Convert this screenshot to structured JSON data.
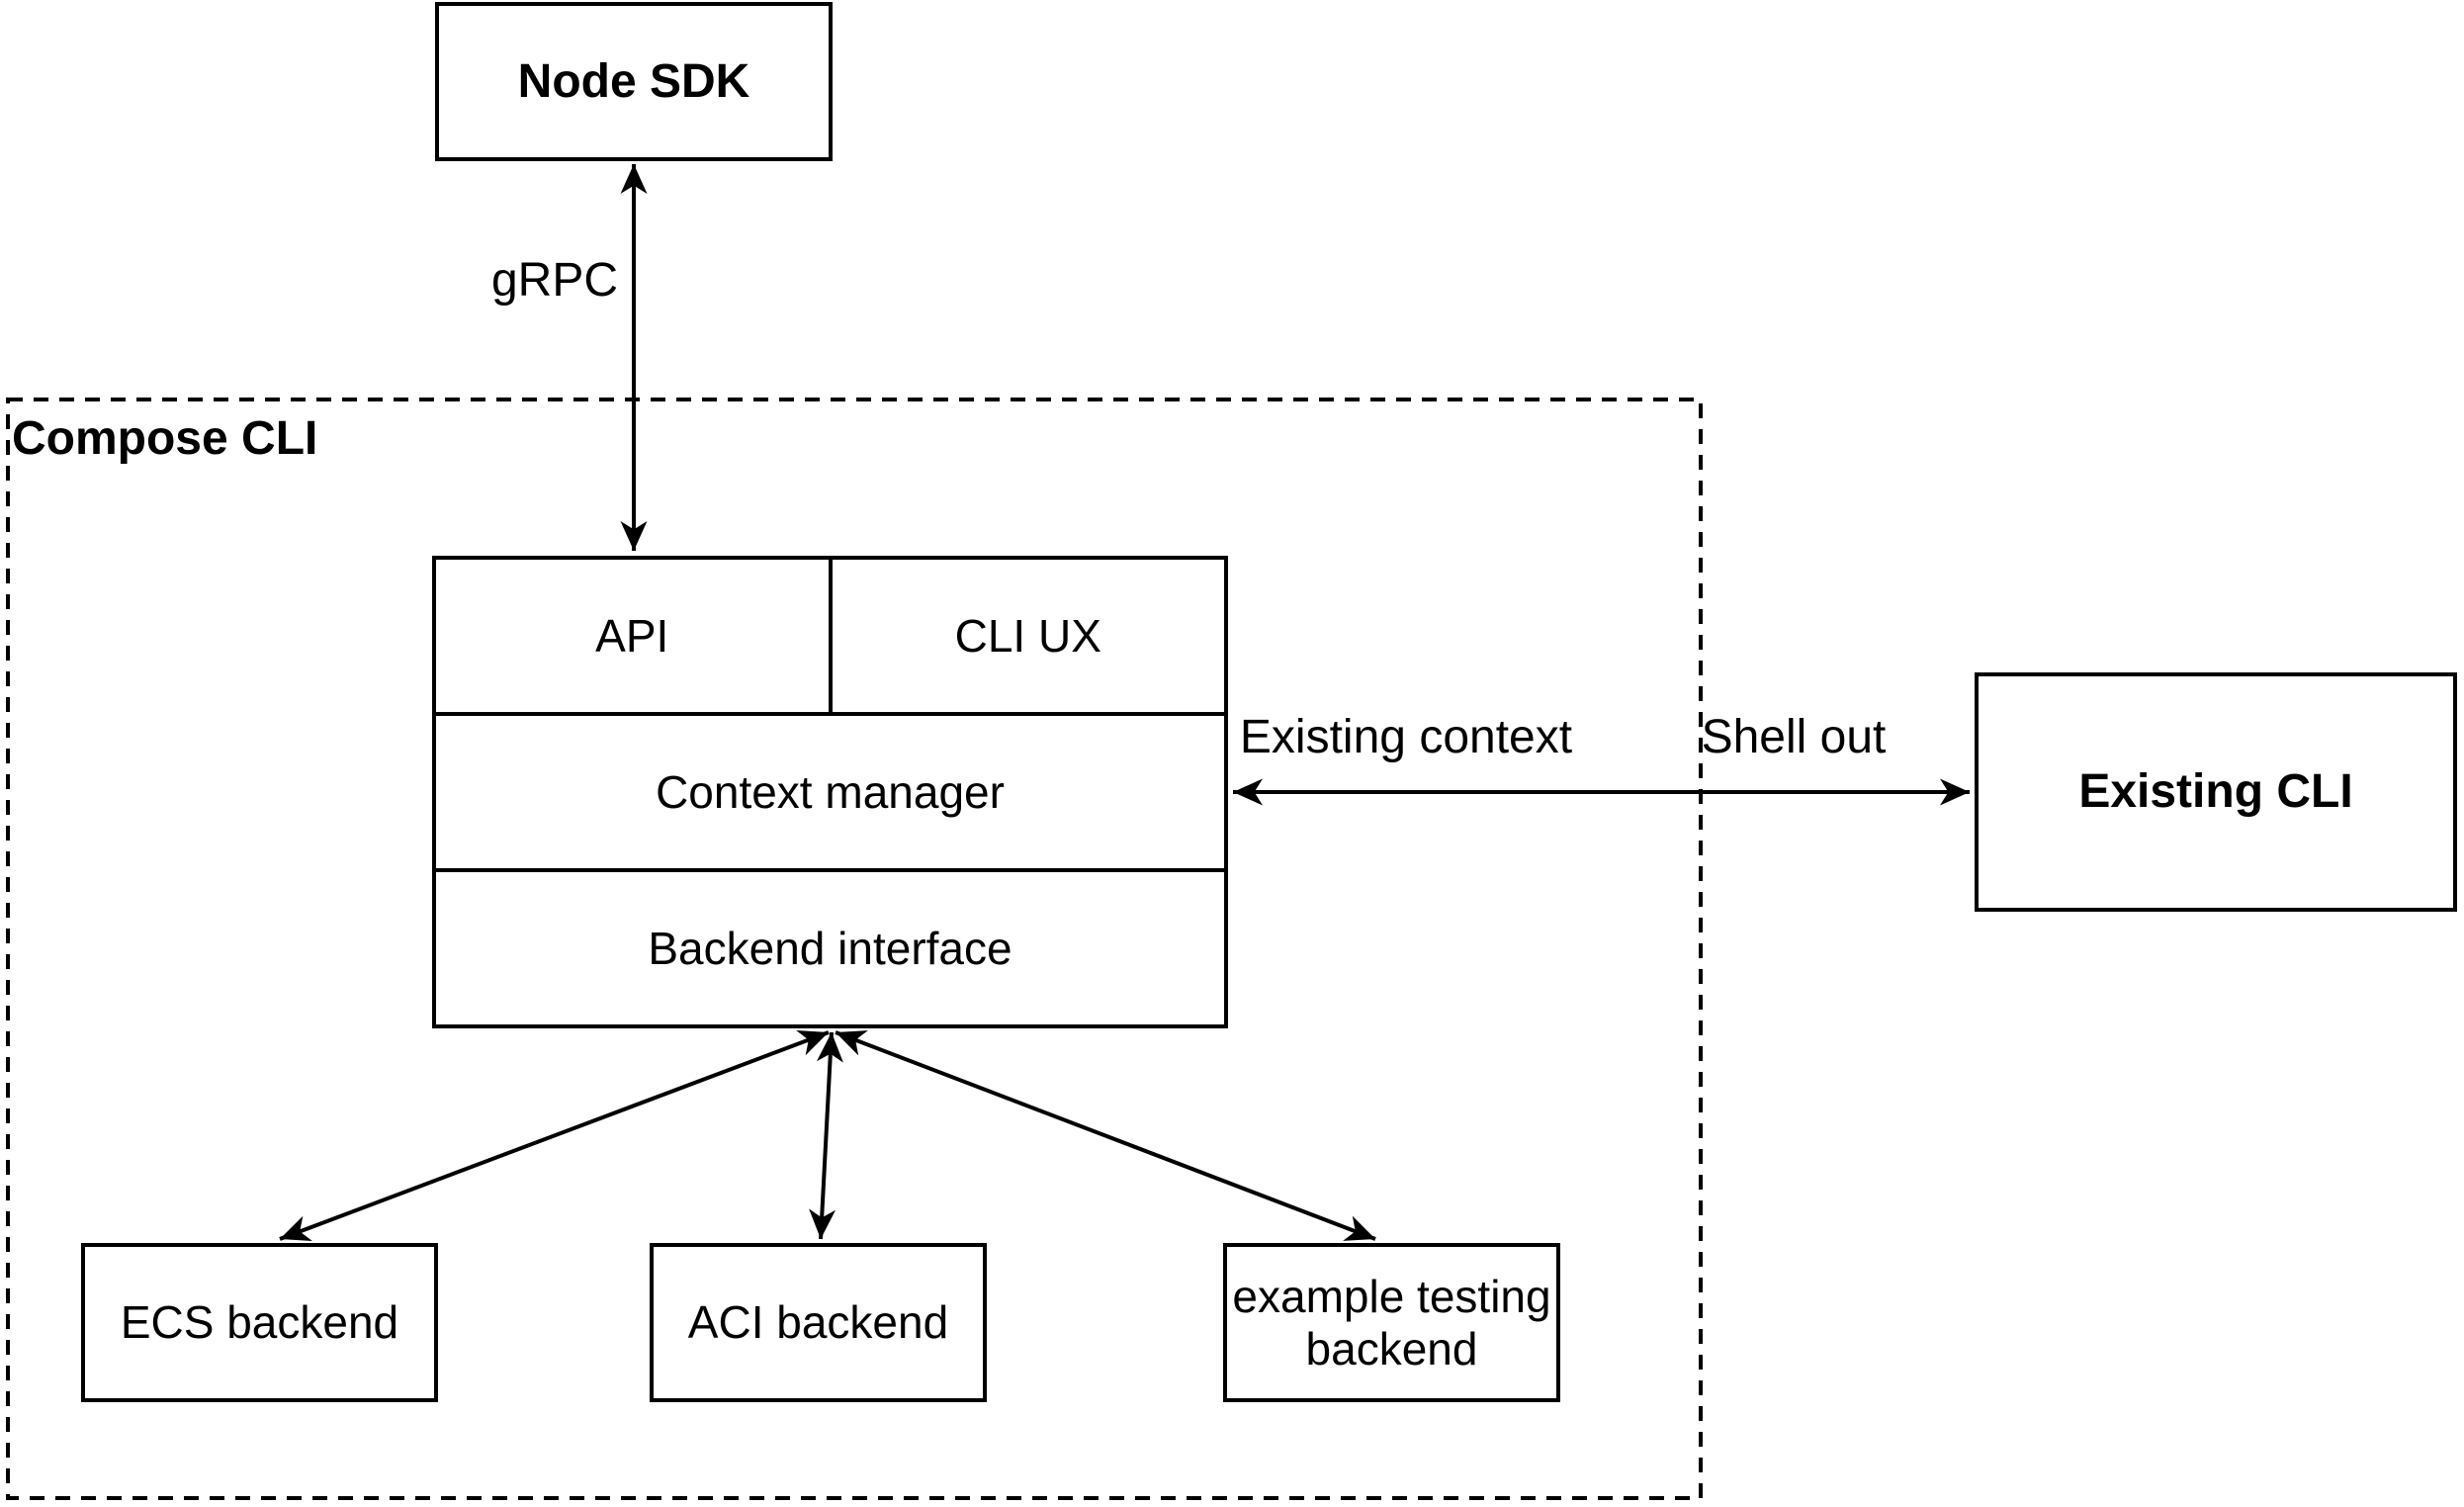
{
  "diagram_type": "architecture-diagram",
  "colors": {
    "stroke": "#000000",
    "box_fill": "#ffffff",
    "background": "#ffffff",
    "text": "#000000"
  },
  "nodes": {
    "node_sdk": {
      "label": "Node SDK",
      "style": "bold-box"
    },
    "compose_cli_container": {
      "label": "Compose CLI",
      "style": "dashed-container"
    },
    "cli_stack": {
      "api": {
        "label": "API"
      },
      "cli_ux": {
        "label": "CLI UX"
      },
      "context_manager": {
        "label": "Context manager"
      },
      "backend_interface": {
        "label": "Backend interface"
      }
    },
    "ecs_backend": {
      "label": "ECS backend"
    },
    "aci_backend": {
      "label": "ACI backend"
    },
    "example_testing_backend": {
      "label": "example testing backend"
    },
    "existing_cli": {
      "label": "Existing CLI",
      "style": "bold-box"
    }
  },
  "edges": [
    {
      "from": "node_sdk",
      "to": "cli_stack.api",
      "direction": "bidirectional",
      "label": "gRPC"
    },
    {
      "from": "cli_stack.context_manager",
      "to": "existing_cli",
      "direction": "bidirectional",
      "labels": {
        "inside_compose_cli": "Existing context",
        "outside_compose_cli": "Shell out"
      }
    },
    {
      "from": "cli_stack.backend_interface",
      "to": "ecs_backend",
      "direction": "bidirectional",
      "label": ""
    },
    {
      "from": "cli_stack.backend_interface",
      "to": "aci_backend",
      "direction": "bidirectional",
      "label": ""
    },
    {
      "from": "cli_stack.backend_interface",
      "to": "example_testing_backend",
      "direction": "bidirectional",
      "label": ""
    }
  ]
}
